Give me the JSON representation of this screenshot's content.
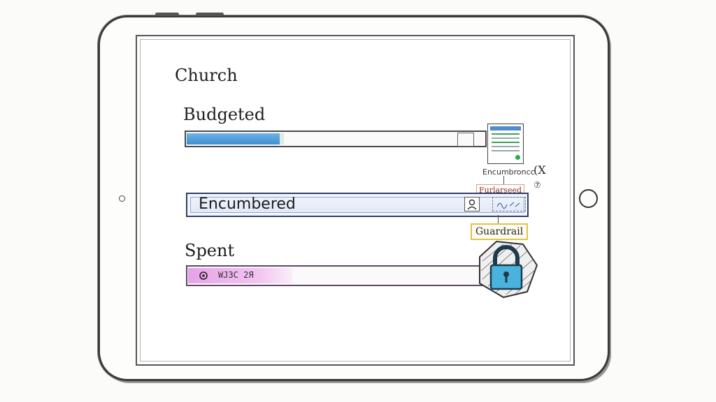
{
  "app": {
    "title": "Church"
  },
  "budget": {
    "budgeted_label": "Budgeted",
    "budgeted_fill": 0.31,
    "encumbered_label": "Encumbered",
    "spent_label": "Spent",
    "spent_text": "WЈЗС 2Я",
    "spent_fill": 0.35
  },
  "annotations": {
    "encumbrance_note": "Encumbroncc",
    "mark_1": "(X",
    "mark_2": "⑦",
    "furlough_tag": "Furlarseed",
    "guardrail_tag": "Guardrail"
  },
  "colors": {
    "budget_fill": "#3f8fd0",
    "encumbered_border": "#2f3f6a",
    "spent_fill": "#e6a2e8",
    "guardrail_border": "#e0c34a",
    "furlough_border": "#e09b77",
    "lock_body": "#49b3dd"
  },
  "icons": {
    "document": "document-icon",
    "person": "person-icon",
    "signature": "signature-icon",
    "spent": "circle-icon",
    "lock": "lock-icon"
  }
}
